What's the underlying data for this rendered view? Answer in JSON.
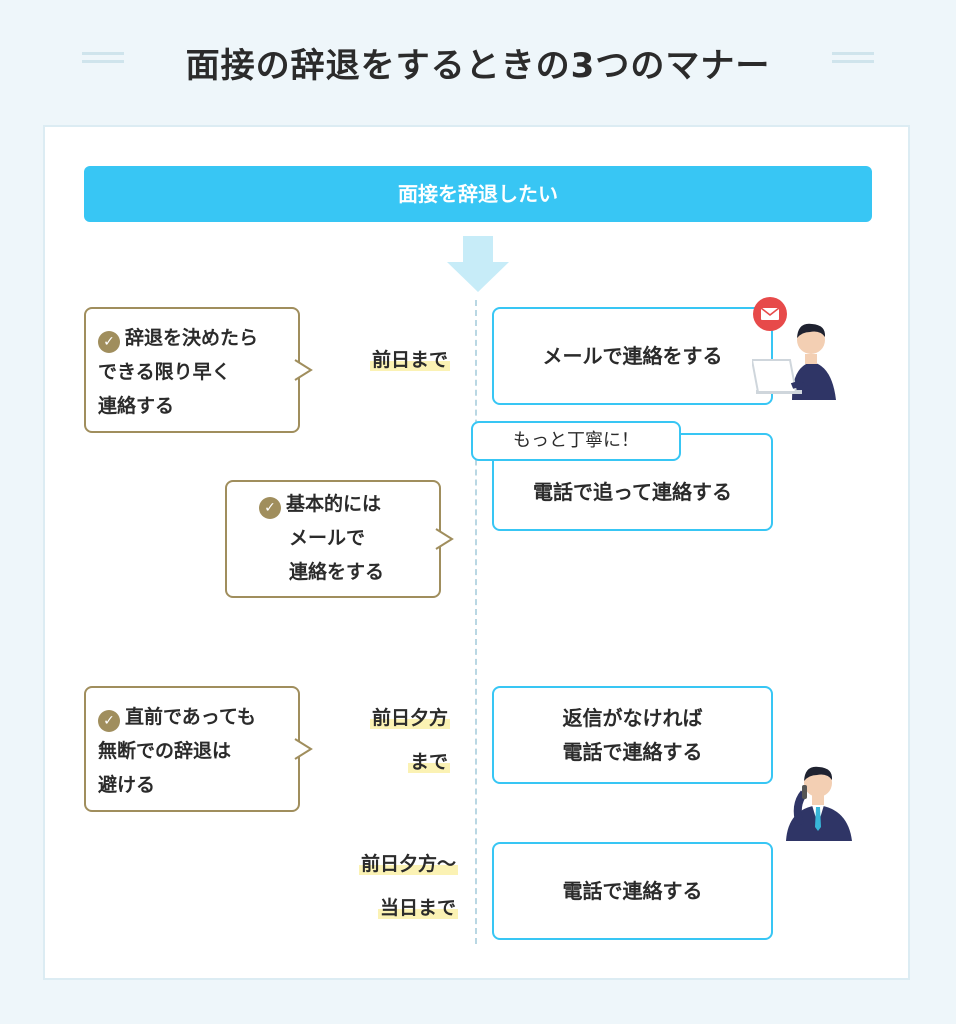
{
  "title": "面接の辞退をするときの3つのマナー",
  "banner": "面接を辞退したい",
  "callouts": [
    {
      "lines": [
        "辞退を決めたら",
        "できる限り早く",
        "連絡する"
      ],
      "icon": "check-circle-icon"
    },
    {
      "lines": [
        "基本的には",
        "メールで",
        "連絡をする"
      ],
      "icon": "check-circle-icon"
    },
    {
      "lines": [
        "直前であっても",
        "無断での辞退は",
        "避ける"
      ],
      "icon": "check-circle-icon"
    }
  ],
  "timings": [
    {
      "lines": [
        "前日まで"
      ]
    },
    {
      "lines": [
        "前日夕方",
        "まで"
      ]
    },
    {
      "lines": [
        "前日夕方〜",
        "当日まで"
      ]
    }
  ],
  "actions": [
    {
      "lines": [
        "メールで連絡をする"
      ]
    },
    {
      "lines": [
        "電話で追って連絡する"
      ]
    },
    {
      "lines": [
        "返信がなければ",
        "電話で連絡する"
      ]
    },
    {
      "lines": [
        "電話で連絡する"
      ]
    }
  ],
  "note": "もっと丁寧に！",
  "icons": {
    "check": "check-circle-icon",
    "mail": "envelope-icon",
    "down_arrow": "down-arrow-icon",
    "laptop_person": "person-with-laptop-icon",
    "phone_person": "person-on-phone-icon"
  },
  "colors": {
    "accent_blue": "#38c6f4",
    "callout_border": "#a08e5d",
    "highlight": "#fbf2b4",
    "background": "#eef6fa",
    "mail_badge": "#e74a4a"
  }
}
